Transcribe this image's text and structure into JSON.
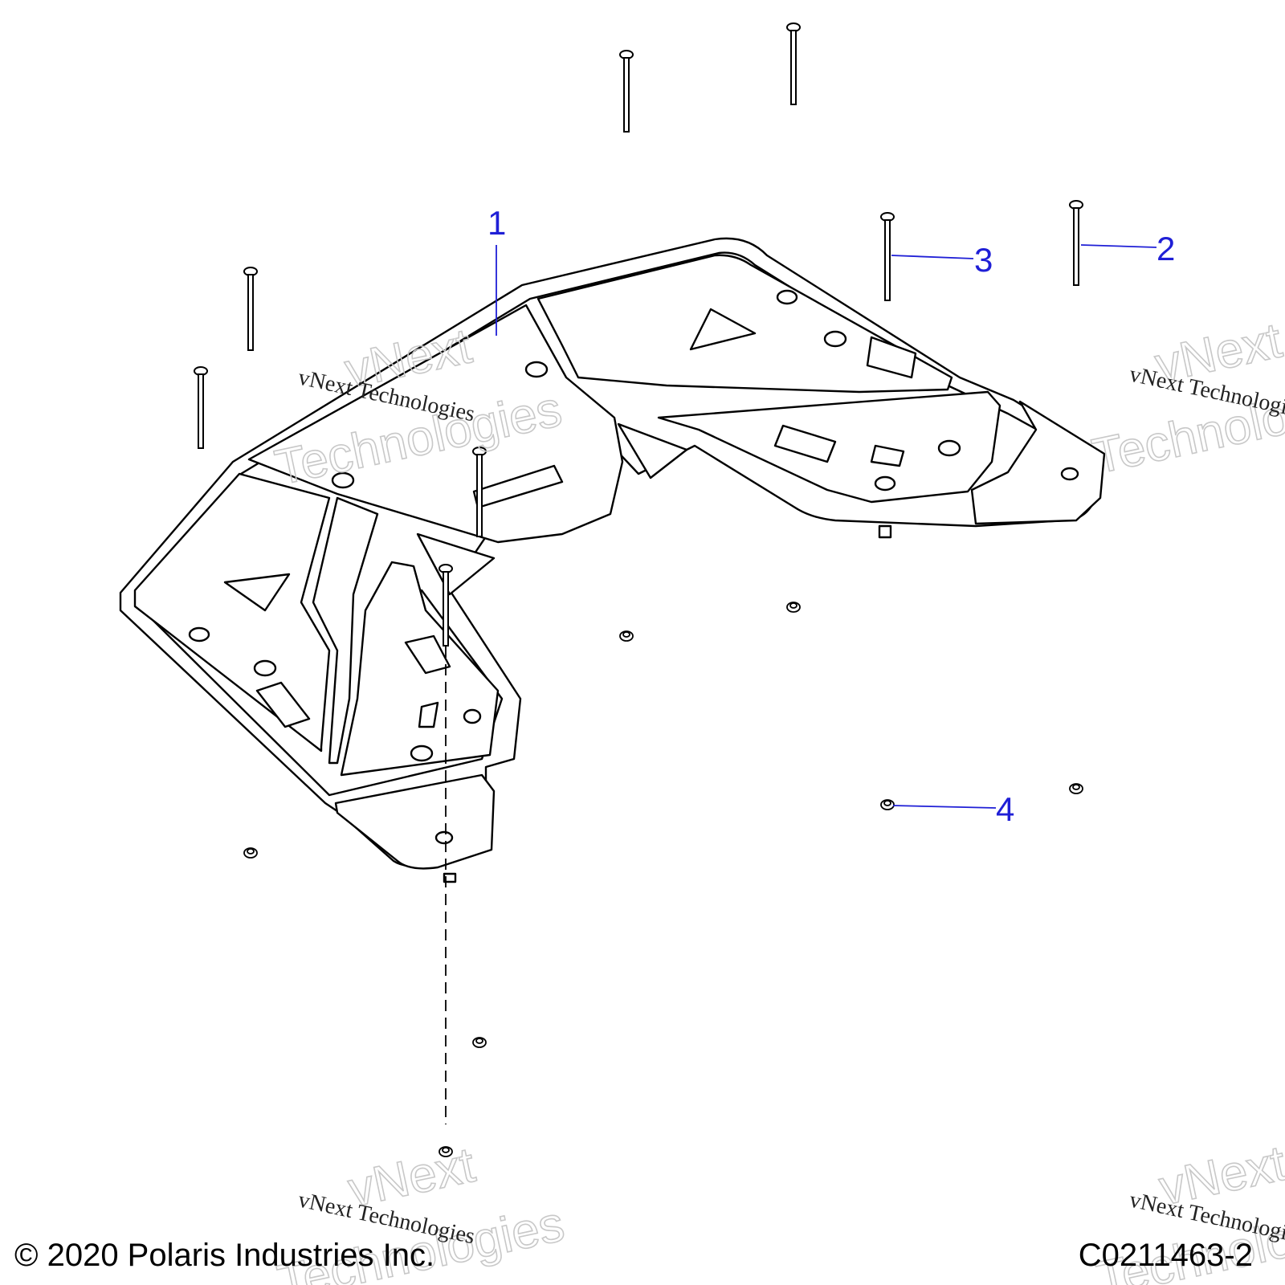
{
  "callouts": [
    {
      "id": "1",
      "label": "1"
    },
    {
      "id": "2",
      "label": "2"
    },
    {
      "id": "3",
      "label": "3"
    },
    {
      "id": "4",
      "label": "4"
    }
  ],
  "watermarks": {
    "small": "vNext Technologies",
    "big_line1": "vNext",
    "big_line2": "Technologies"
  },
  "footer": {
    "copyright": "© 2020 Polaris Industries Inc.",
    "drawing_id": "C0211463-2"
  },
  "colors": {
    "callout": "#1f1fd6",
    "line": "#000000",
    "watermark": "#c8c8c8"
  }
}
